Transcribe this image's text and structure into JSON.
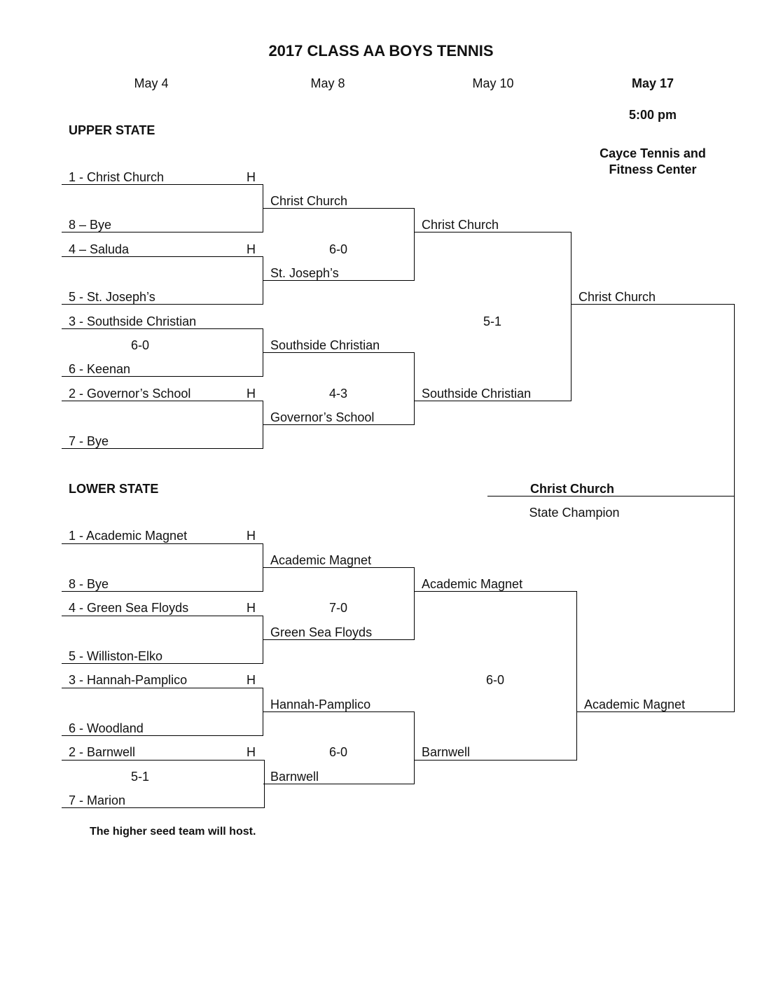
{
  "title": "2017 CLASS AA BOYS TENNIS",
  "dates": {
    "r1": "May 4",
    "r2": "May 8",
    "r3": "May 10",
    "final": "May 17"
  },
  "final_time": "5:00 pm",
  "venue": [
    "Cayce Tennis and",
    "Fitness Center"
  ],
  "upper": {
    "label": "UPPER STATE",
    "r1": [
      "1 - Christ Church",
      "8 – Bye",
      "4 – Saluda",
      "5 - St. Joseph’s",
      "3 - Southside Christian",
      "6 - Keenan",
      "2 - Governor’s School",
      "7 - Bye"
    ],
    "r2": [
      "Christ Church",
      "St. Joseph’s",
      "Southside Christian",
      "Governor’s School"
    ],
    "r3": [
      "Christ Church",
      "Southside Christian"
    ],
    "winner": "Christ Church",
    "scores": {
      "r1_m3": "6-0",
      "r2_m1": "6-0",
      "r2_m2": "4-3",
      "r3": "5-1"
    }
  },
  "lower": {
    "label": "LOWER STATE",
    "r1": [
      "1 - Academic Magnet",
      "8 - Bye",
      "4 - Green Sea Floyds",
      "5 - Williston-Elko",
      "3 - Hannah-Pamplico",
      "6 - Woodland",
      "2 - Barnwell",
      "7 - Marion"
    ],
    "r2": [
      "Academic Magnet",
      "Green Sea Floyds",
      "Hannah-Pamplico",
      "Barnwell"
    ],
    "r3": [
      "Academic Magnet",
      "Barnwell"
    ],
    "winner": "Academic Magnet",
    "scores": {
      "r2_m1": "7-0",
      "r2_m2": "6-0",
      "r1_m4": "5-1",
      "r3": "6-0"
    }
  },
  "host_mark": "H",
  "champion": {
    "name": "Christ Church",
    "label": "State Champion"
  },
  "footnote": "The higher seed team will host."
}
